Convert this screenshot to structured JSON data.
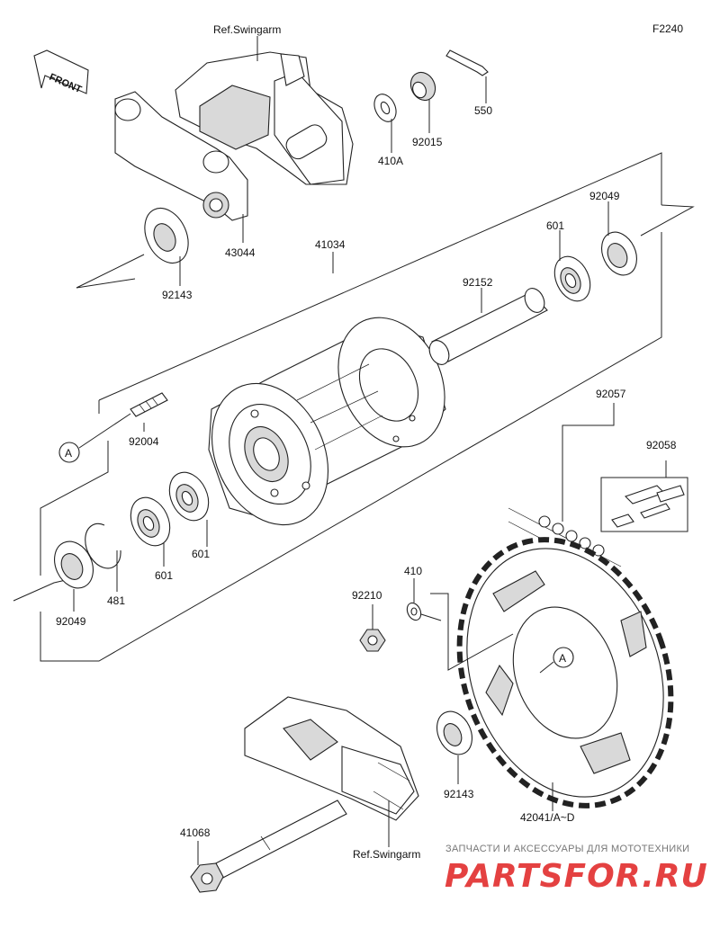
{
  "diagram_code": "F2240",
  "front_label": "FRONT",
  "ref_swingarm_top": "Ref.Swingarm",
  "ref_swingarm_bottom": "Ref.Swingarm",
  "callout_a_left": "A",
  "callout_a_right": "A",
  "parts": {
    "p550": "550",
    "p92015": "92015",
    "p410A": "410A",
    "p43044": "43044",
    "p92143_top": "92143",
    "p41034": "41034",
    "p92049_top": "92049",
    "p601_top": "601",
    "p92152": "92152",
    "p92004": "92004",
    "p601_mid": "601",
    "p601_low": "601",
    "p481": "481",
    "p92049_bottom": "92049",
    "p92057": "92057",
    "p92058": "92058",
    "p410": "410",
    "p92210": "92210",
    "p92143_bottom": "92143",
    "p42041": "42041/A~D",
    "p41068": "41068"
  },
  "watermark": {
    "text": "ЗАПЧАСТИ И АКСЕССУАРЫ ДЛЯ МОТОТЕХНИКИ",
    "logo": "PARTSFOR.RU",
    "color": "#e02020"
  }
}
